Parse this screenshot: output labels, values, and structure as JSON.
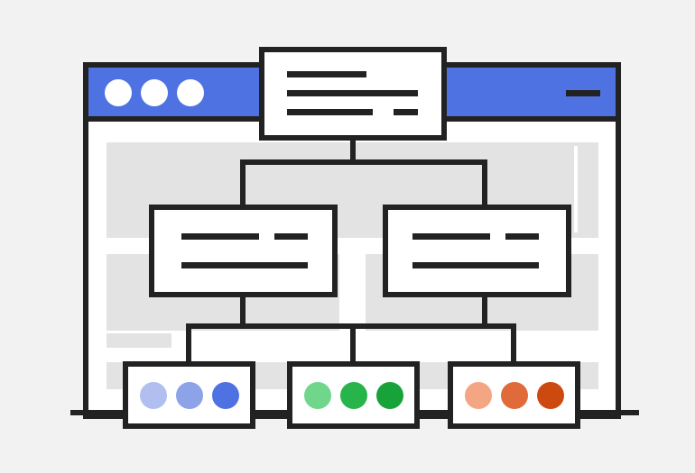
{
  "colors": {
    "background": "#f2f2f2",
    "outline": "#222222",
    "titlebar": "#4f72e3",
    "window_fill": "#ffffff",
    "placeholder_block": "#e3e3e3",
    "node_fill": "#ffffff",
    "window_dots": "#ffffff"
  },
  "icons": {
    "window_controls": "three-dot-window-controls-icon",
    "minimize": "minimize-bar-icon"
  },
  "diagram": {
    "type": "hierarchy-tree",
    "root": {
      "id": "root-node",
      "lines": 3,
      "children": [
        {
          "id": "mid-node-left",
          "lines": 2,
          "children": [
            {
              "id": "leaf-node-blue",
              "dot_colors": [
                "#b0bff0",
                "#8ca3e8",
                "#4f72e3"
              ]
            }
          ]
        },
        {
          "id": "mid-node-right",
          "lines": 2,
          "children": [
            {
              "id": "leaf-node-orange",
              "dot_colors": [
                "#f4a583",
                "#e06a3a",
                "#cc4a10"
              ]
            }
          ]
        }
      ],
      "shared_child": {
        "id": "leaf-node-green",
        "dot_colors": [
          "#6fd68c",
          "#27b44a",
          "#18a23a"
        ]
      }
    }
  }
}
